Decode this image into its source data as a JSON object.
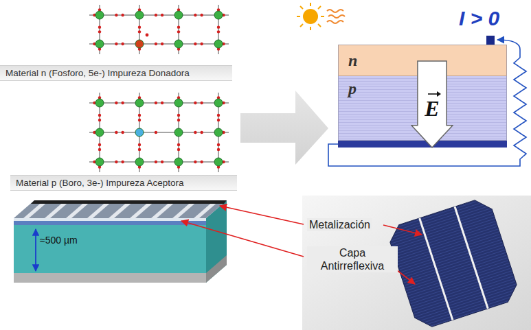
{
  "diagram": {
    "nodes": [
      {
        "text": [
          "Material n (Fosforo, 5e-) Impureza Donadora"
        ]
      },
      {
        "text": [
          "Material p (Boro, 3e-) Impureza Aceptora"
        ]
      },
      {
        "text": [
          "n"
        ]
      },
      {
        "text": [
          "p"
        ]
      },
      {
        "text": [
          "E"
        ]
      }
    ],
    "labels": [
      "I > 0",
      "≈500 µm",
      "Metalización",
      "Capa Antirreflexiva"
    ]
  }
}
